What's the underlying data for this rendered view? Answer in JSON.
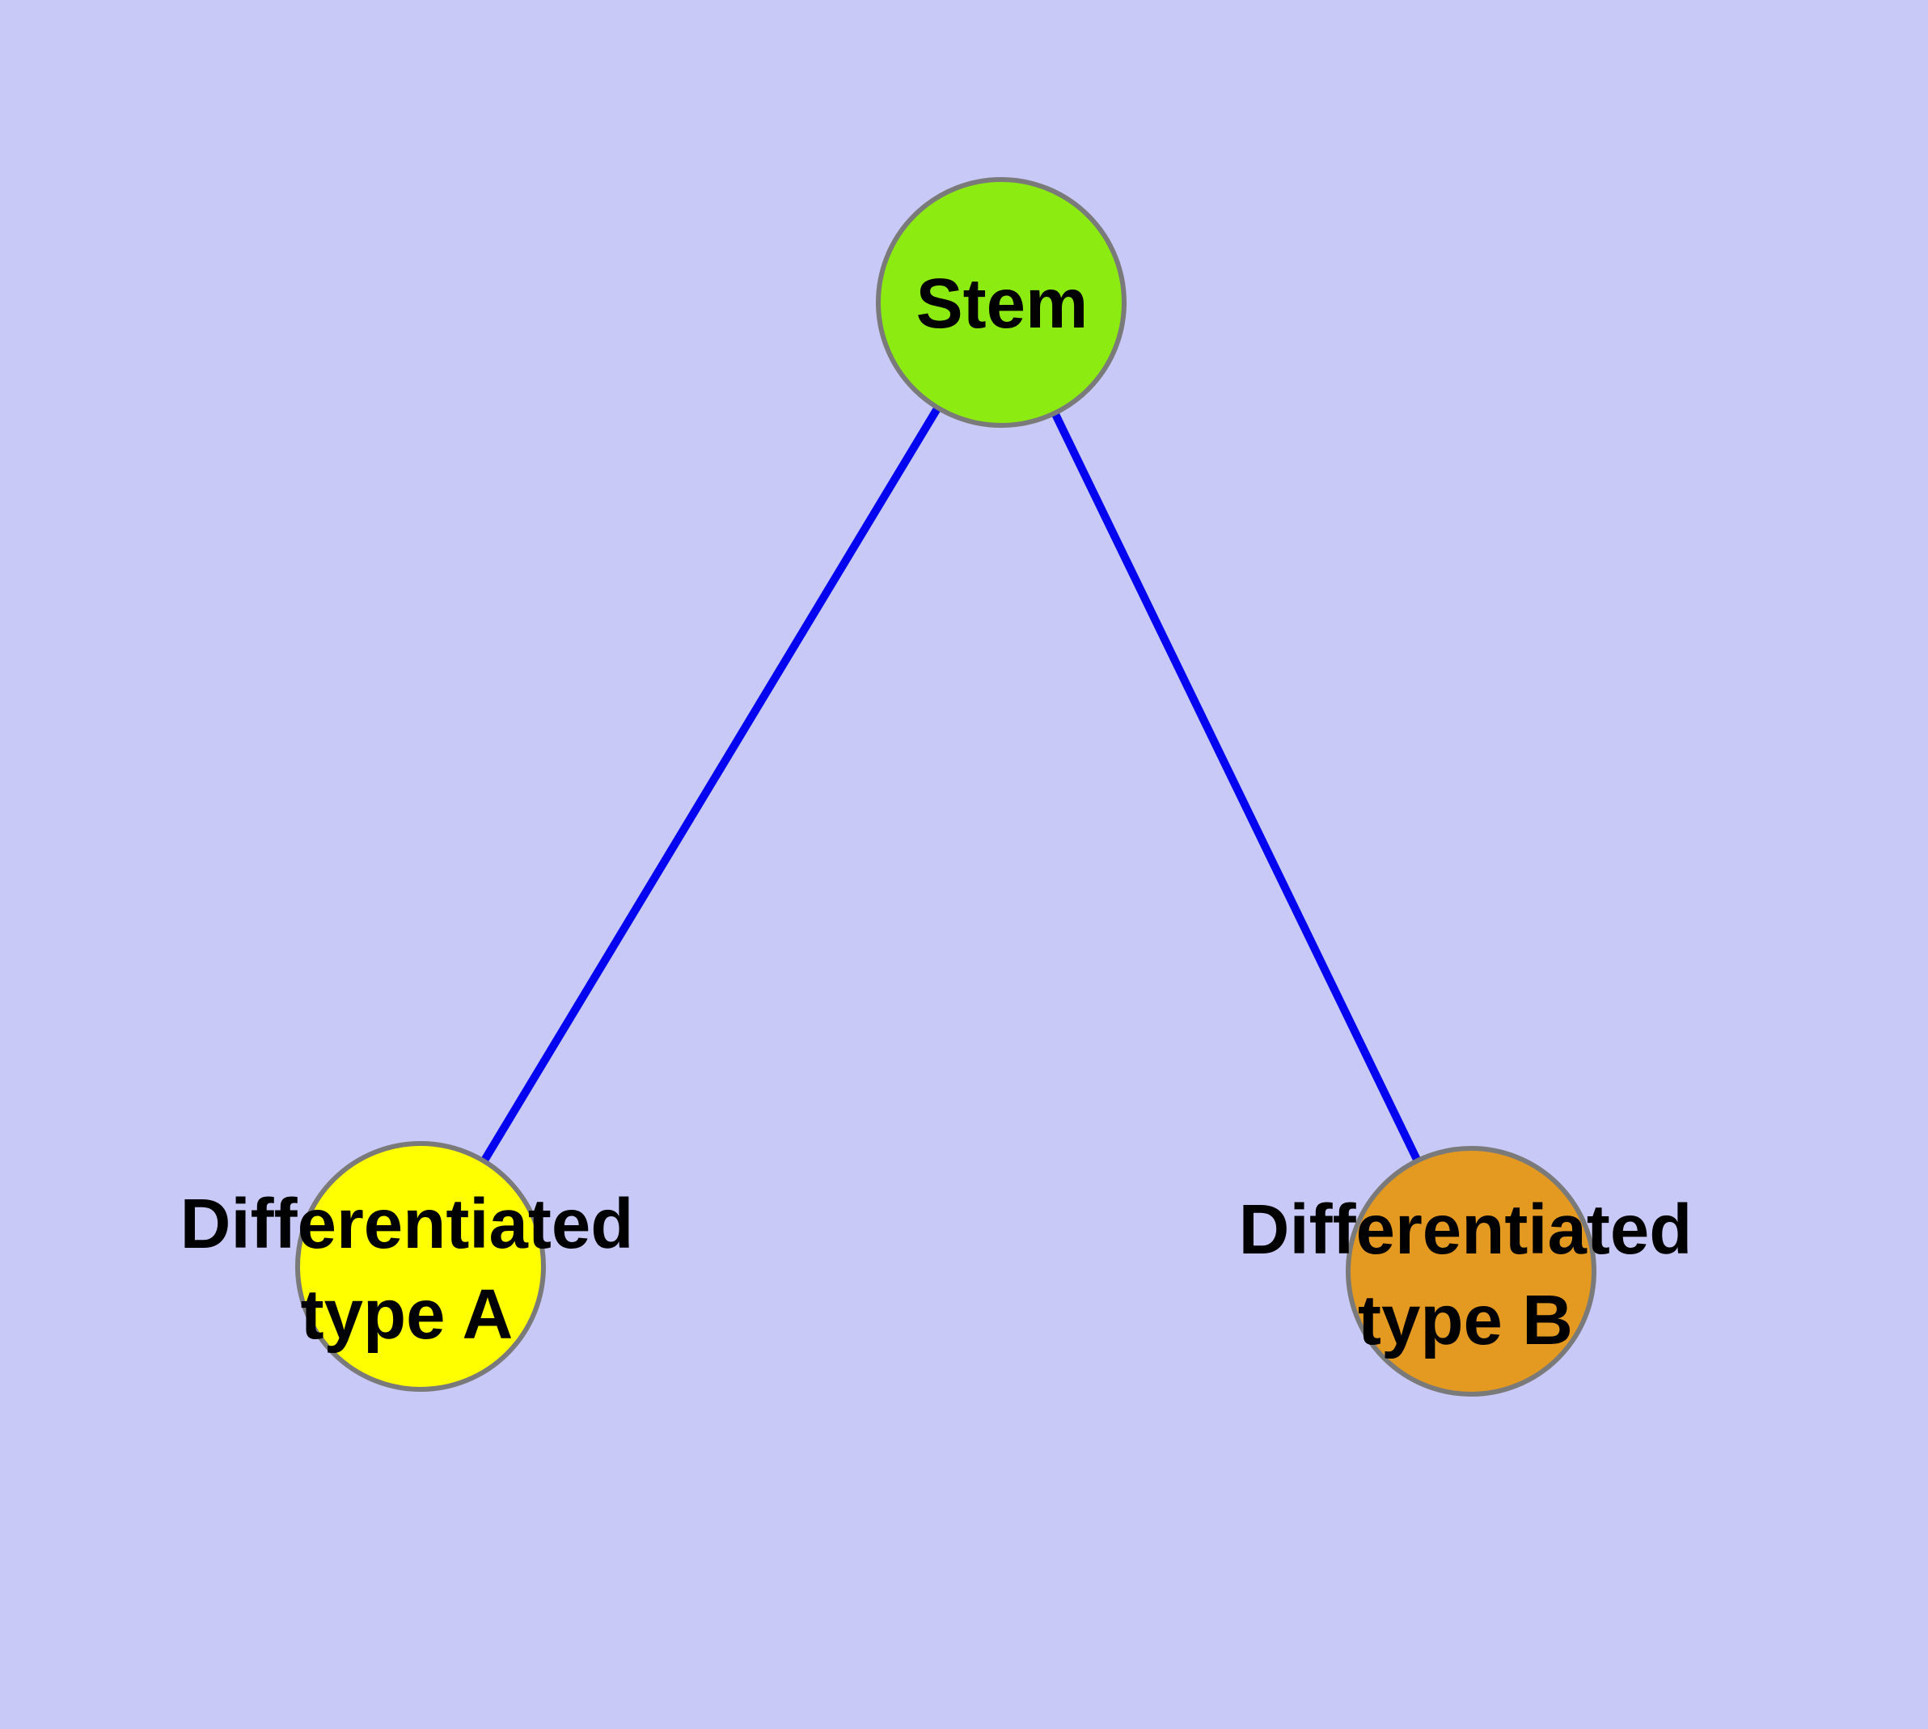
{
  "diagram": {
    "background_color": "#c9c9f7",
    "edge_color": "#0404f0",
    "node_border_color": "#7a7a7a",
    "label_text_color": "#000000",
    "nodes": [
      {
        "id": "stem",
        "label": "Stem",
        "label_lines": [
          "Stem"
        ],
        "fill": "#8ceb10"
      },
      {
        "id": "differentiated-type-a",
        "label": "Differentiated type A",
        "label_lines": [
          "Differentiated",
          "type A"
        ],
        "fill": "#ffff00"
      },
      {
        "id": "differentiated-type-b",
        "label": "Differentiated type B",
        "label_lines": [
          "Differentiated",
          "type B"
        ],
        "fill": "#e49a20"
      }
    ],
    "edges": [
      {
        "from": "Stem",
        "to": "Differentiated type A"
      },
      {
        "from": "Stem",
        "to": "Differentiated type B"
      }
    ]
  }
}
